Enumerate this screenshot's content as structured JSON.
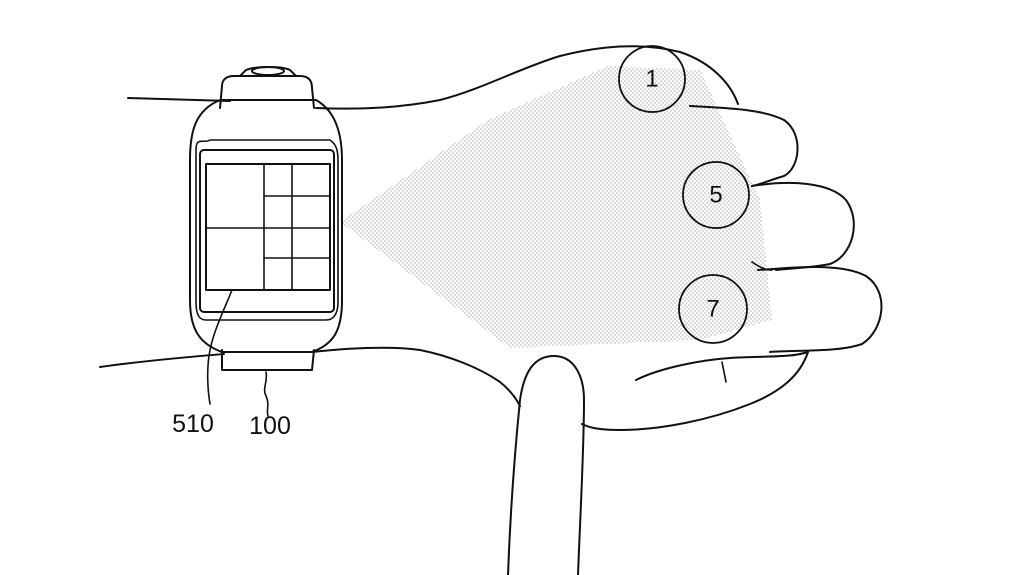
{
  "figure": {
    "reference_labels": {
      "display_area": "510",
      "wearable_device": "100"
    },
    "projected_markers": [
      {
        "label": "1"
      },
      {
        "label": "5"
      },
      {
        "label": "7"
      }
    ]
  }
}
